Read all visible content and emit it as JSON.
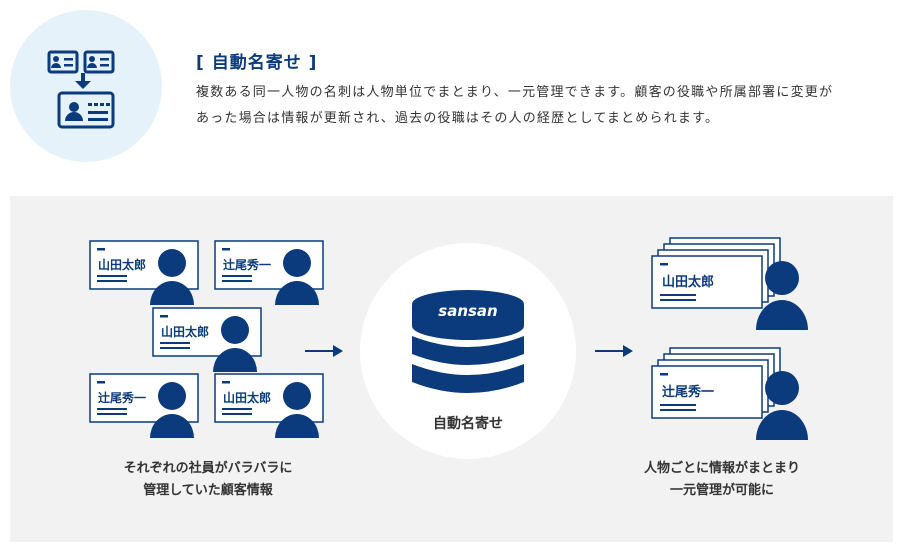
{
  "header": {
    "title": "[ 自動名寄せ ]",
    "description_line1": "複数ある同一人物の名刺は人物単位でまとまり、一元管理できます。顧客の役職や所属部署に変更が",
    "description_line2": "あった場合は情報が更新され、過去の役職はその人の経歴としてまとめられます。",
    "icon": "card-merge-icon"
  },
  "diagram": {
    "left_cards": [
      "山田太郎",
      "辻尾秀一",
      "山田太郎",
      "辻尾秀一",
      "山田太郎"
    ],
    "center_brand": "sansan",
    "center_label": "自動名寄せ",
    "right_cards": [
      "山田太郎",
      "辻尾秀一"
    ],
    "left_caption_line1": "それぞれの社員がバラバラに",
    "left_caption_line2": "管理していた顧客情報",
    "right_caption_line1": "人物ごとに情報がまとまり",
    "right_caption_line2": "一元管理が可能に"
  },
  "colors": {
    "navy": "#0b3b7c",
    "light_blue": "#e6f2fa",
    "panel_bg": "#f2f2f2"
  }
}
